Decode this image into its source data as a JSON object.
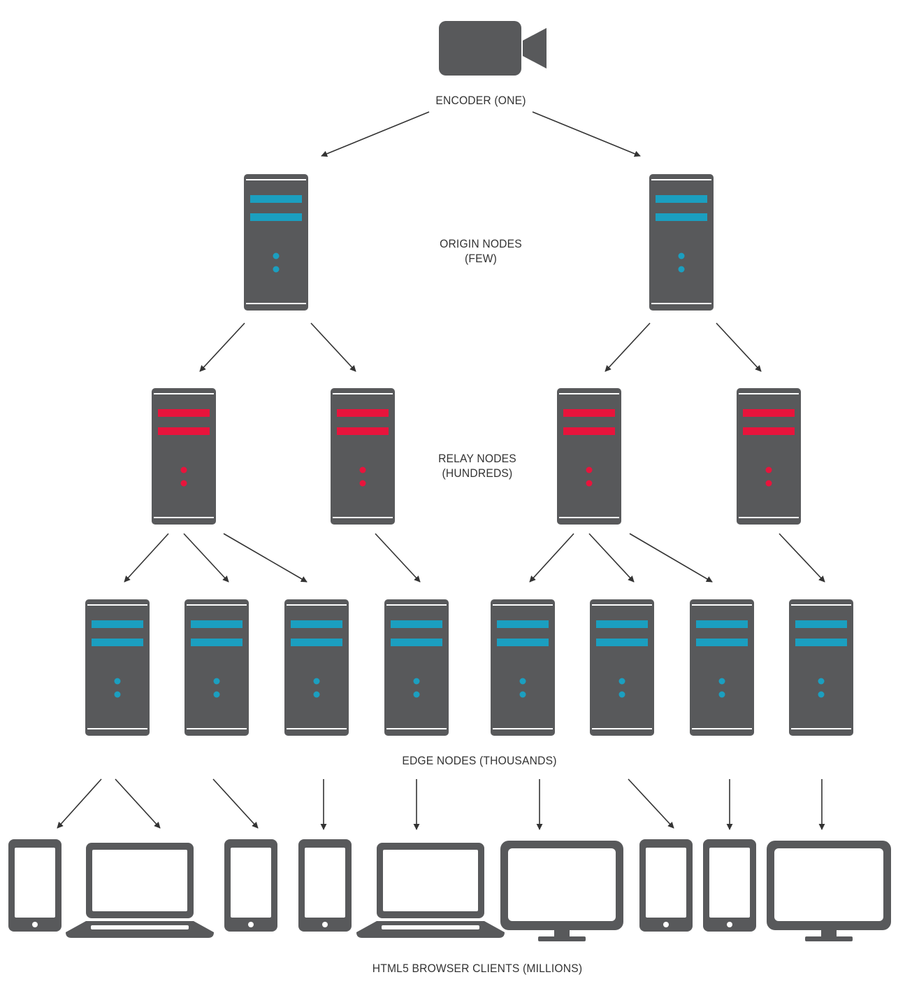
{
  "labels": {
    "encoder": "ENCODER (ONE)",
    "origin_line1": "ORIGIN NODES",
    "origin_line2": "(FEW)",
    "relay_line1": "RELAY NODES",
    "relay_line2": "(HUNDREDS)",
    "edge": "EDGE NODES (THOUSANDS)",
    "clients": "HTML5 BROWSER CLIENTS (MILLIONS)"
  },
  "icons": {
    "encoder": "video-camera-icon",
    "server": "server-tower-icon",
    "tablet": "tablet-icon",
    "laptop": "laptop-icon",
    "monitor": "monitor-icon"
  },
  "colors": {
    "device": "#58595b",
    "origin_accent": "#1b9fc0",
    "relay_accent": "#e8143c",
    "edge_accent": "#1b9fc0",
    "arrow": "#333333",
    "text": "#333333"
  },
  "tiers": {
    "encoders": 1,
    "origin_nodes": 2,
    "relay_nodes": 4,
    "edge_nodes": 8,
    "clients": [
      "tablet",
      "laptop",
      "tablet",
      "tablet",
      "laptop",
      "monitor",
      "tablet",
      "tablet",
      "monitor"
    ]
  }
}
